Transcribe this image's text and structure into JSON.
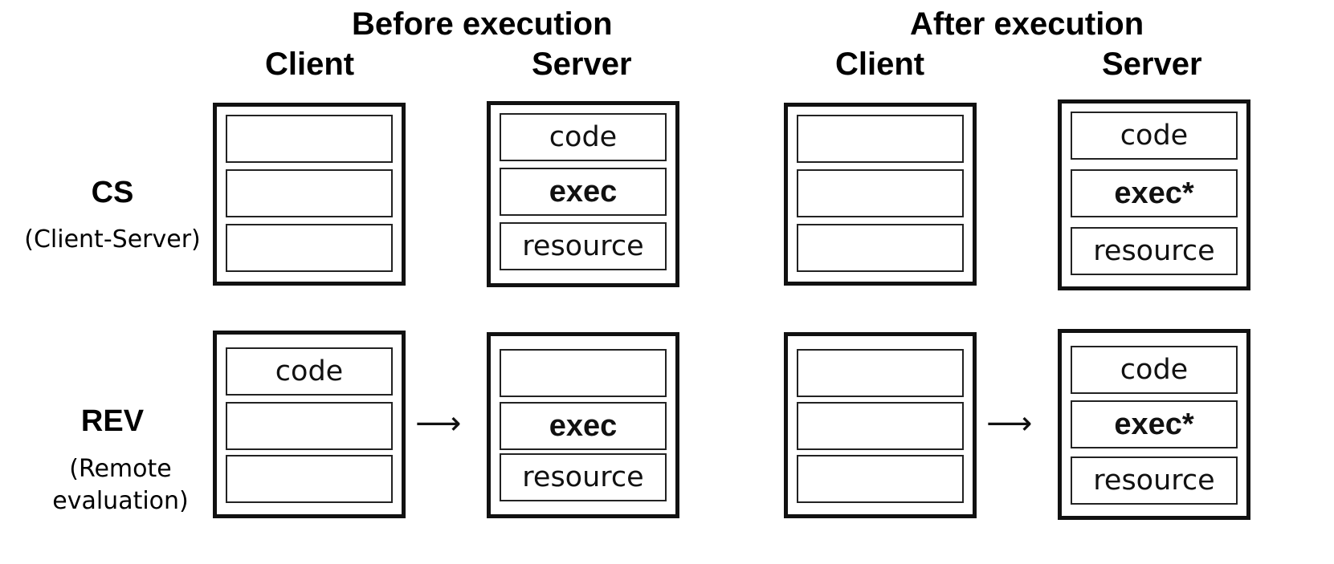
{
  "headers": {
    "before": "Before execution",
    "after": "After execution",
    "client": "Client",
    "server": "Server"
  },
  "rows": {
    "cs": {
      "label": "CS",
      "sublabel": "(Client-Server)"
    },
    "rev": {
      "label": "REV",
      "sublabel_line1": "(Remote",
      "sublabel_line2": "evaluation)"
    }
  },
  "arrow_glyph": "⟶",
  "boxes": {
    "cs_before_client": [
      "",
      "",
      ""
    ],
    "cs_before_server": [
      "code",
      "exec",
      "resource"
    ],
    "cs_after_client": [
      "",
      "",
      ""
    ],
    "cs_after_server": [
      "code",
      "exec*",
      "resource"
    ],
    "rev_before_client": [
      "code",
      "",
      ""
    ],
    "rev_before_server": [
      "",
      "exec",
      "resource"
    ],
    "rev_after_client": [
      "",
      "",
      ""
    ],
    "rev_after_server": [
      "code",
      "exec*",
      "resource"
    ]
  }
}
